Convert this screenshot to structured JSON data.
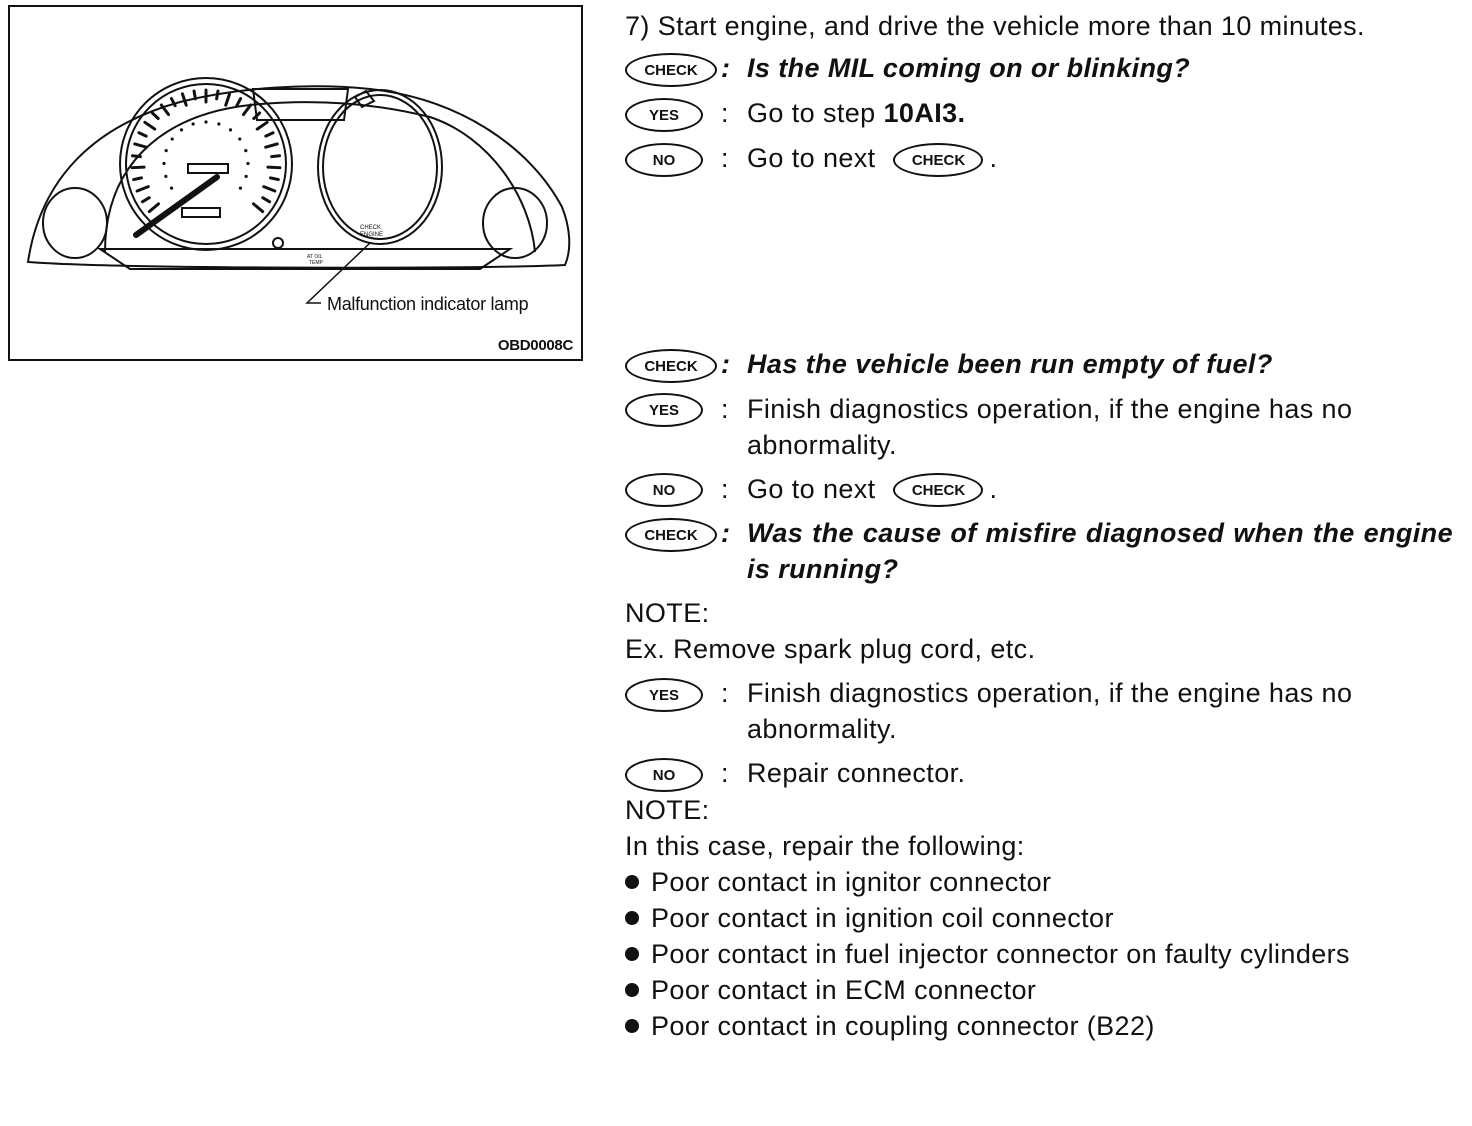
{
  "figure": {
    "callout_label": "Malfunction indicator lamp",
    "figure_code": "OBD0008C",
    "gauge_labels": {
      "check_engine": [
        "CHECK",
        "ENGINE"
      ],
      "oil_temp": [
        "AT OIL",
        "TEMP"
      ]
    }
  },
  "step7": {
    "text": "7) Start engine, and drive the vehicle more than 10 minutes.",
    "check": {
      "badge": "CHECK",
      "question": "Is the MIL coming on or blinking?"
    },
    "yes": {
      "badge": "YES",
      "text_prefix": "Go to step ",
      "text_bold": "10AI3."
    },
    "no": {
      "badge": "NO",
      "text_prefix": "Go to next ",
      "inline_badge": "CHECK",
      "suffix": "."
    }
  },
  "step8": {
    "check": {
      "badge": "CHECK",
      "question": "Has the vehicle been run empty of fuel?"
    },
    "yes": {
      "badge": "YES",
      "text": "Finish diagnostics operation, if the engine has no abnormality."
    },
    "no": {
      "badge": "NO",
      "text_prefix": "Go to next ",
      "inline_badge": "CHECK",
      "suffix": "."
    }
  },
  "step9": {
    "check": {
      "badge": "CHECK",
      "question": "Was the cause of misfire diagnosed when the engine is running?"
    },
    "note_label": "NOTE:",
    "note_text": "Ex. Remove spark plug cord, etc.",
    "yes": {
      "badge": "YES",
      "text": "Finish diagnostics operation, if the engine has no abnormality."
    },
    "no": {
      "badge": "NO",
      "text": "Repair connector."
    },
    "note2_label": "NOTE:",
    "note2_intro": "In this case, repair the following:",
    "bullets": [
      "Poor contact in ignitor connector",
      "Poor contact in ignition coil connector",
      "Poor contact in fuel injector connector on faulty cylinders",
      "Poor contact in ECM connector",
      "Poor contact in coupling connector (B22)"
    ]
  },
  "colon": ":"
}
